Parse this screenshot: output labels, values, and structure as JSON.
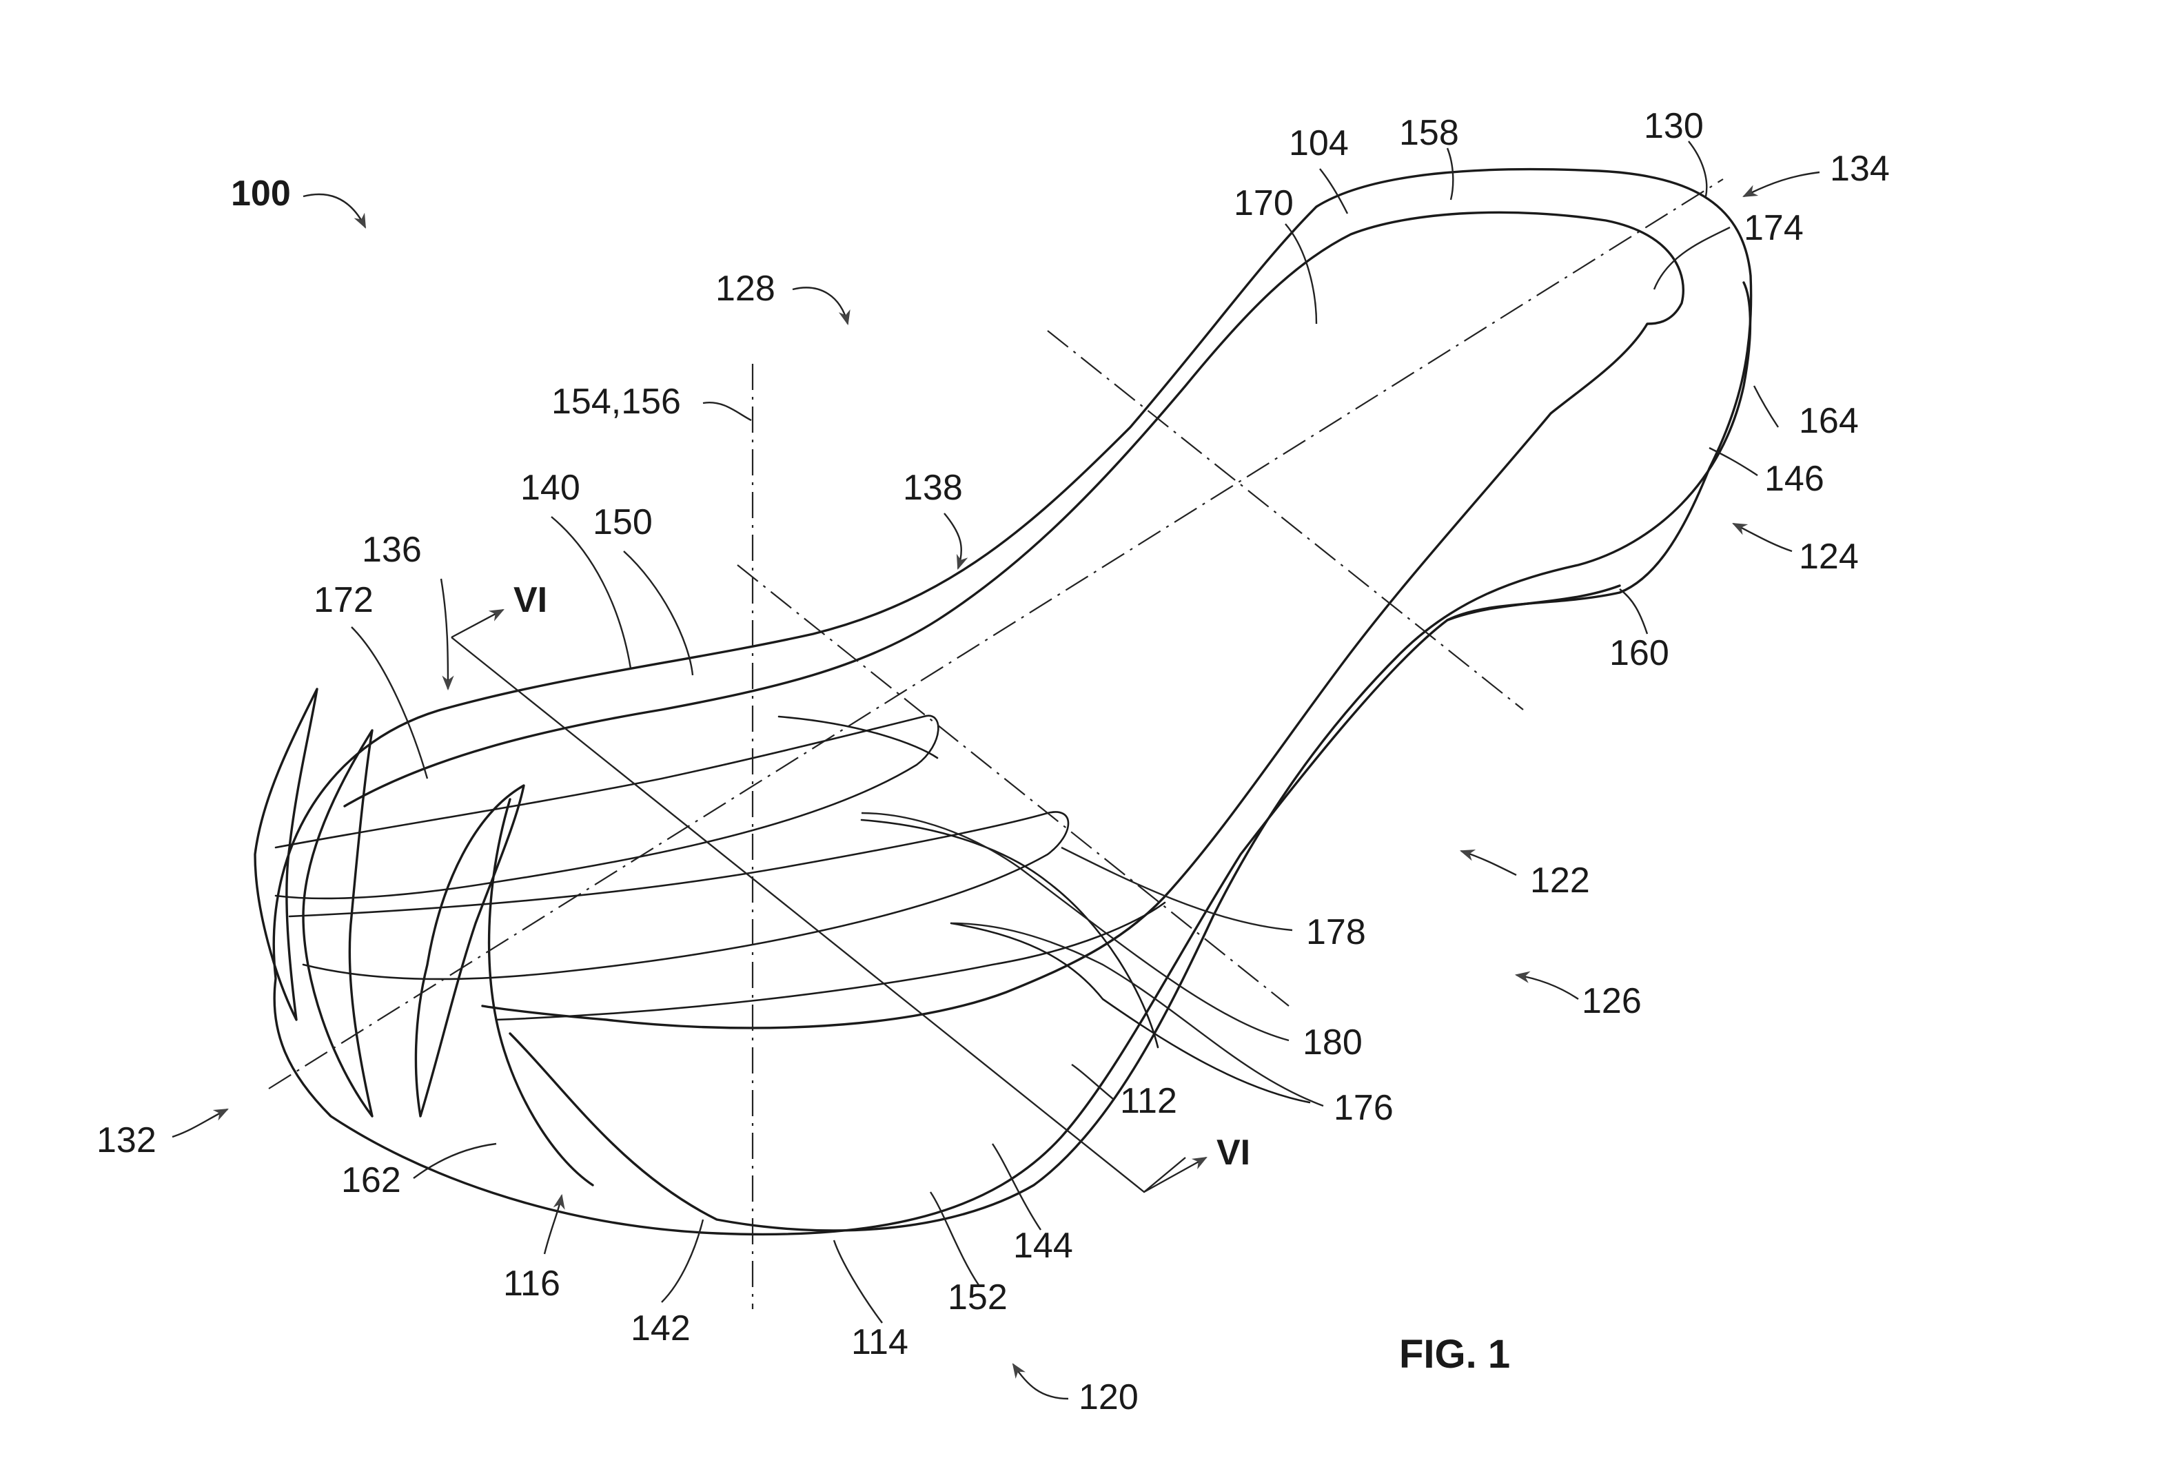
{
  "figure": {
    "caption": "FIG. 1",
    "section_marker": "VI",
    "reference_numerals": {
      "n100": "100",
      "n104": "104",
      "n112": "112",
      "n114": "114",
      "n116": "116",
      "n120": "120",
      "n122": "122",
      "n124": "124",
      "n126": "126",
      "n128": "128",
      "n130": "130",
      "n132": "132",
      "n134": "134",
      "n136": "136",
      "n138": "138",
      "n140": "140",
      "n142": "142",
      "n144": "144",
      "n146": "146",
      "n150": "150",
      "n152": "152",
      "n154_156": "154,156",
      "n158": "158",
      "n160": "160",
      "n162": "162",
      "n164": "164",
      "n170": "170",
      "n172": "172",
      "n174": "174",
      "n176": "176",
      "n178": "178",
      "n180": "180"
    }
  }
}
